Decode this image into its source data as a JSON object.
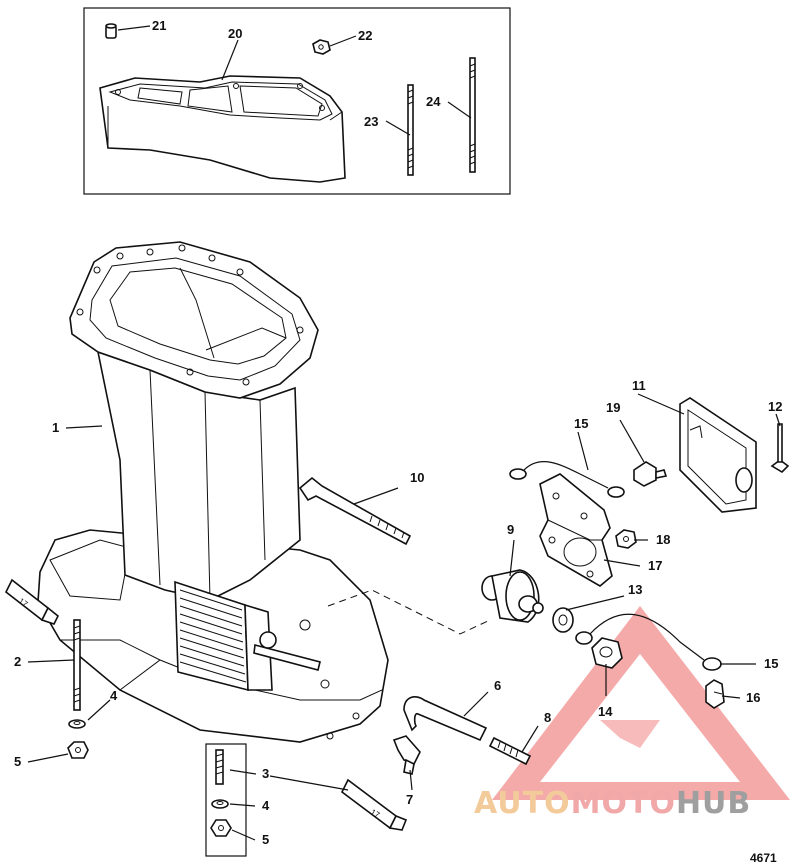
{
  "callouts": {
    "c1": "1",
    "c2": "2",
    "c3": "3",
    "c4a": "4",
    "c4b": "4",
    "c5a": "5",
    "c5b": "5",
    "c6": "6",
    "c7": "7",
    "c8": "8",
    "c9": "9",
    "c10": "10",
    "c11": "11",
    "c12": "12",
    "c13": "13",
    "c14": "14",
    "c15a": "15",
    "c15b": "15",
    "c16": "16",
    "c17": "17",
    "c18": "18",
    "c19": "19",
    "c20": "20",
    "c21": "21",
    "c22": "22",
    "c23": "23",
    "c24": "24"
  },
  "tubes": {
    "left_label": "17",
    "bottom_label": "17"
  },
  "figure_number": "4671",
  "watermark": {
    "parts": [
      "AUTO",
      "MOTO",
      "HUB"
    ],
    "colors": {
      "auto": "#f2c38a",
      "moto": "#ef9a9a",
      "hub": "#8f8f8f",
      "triangle": "#f07a7a"
    }
  }
}
